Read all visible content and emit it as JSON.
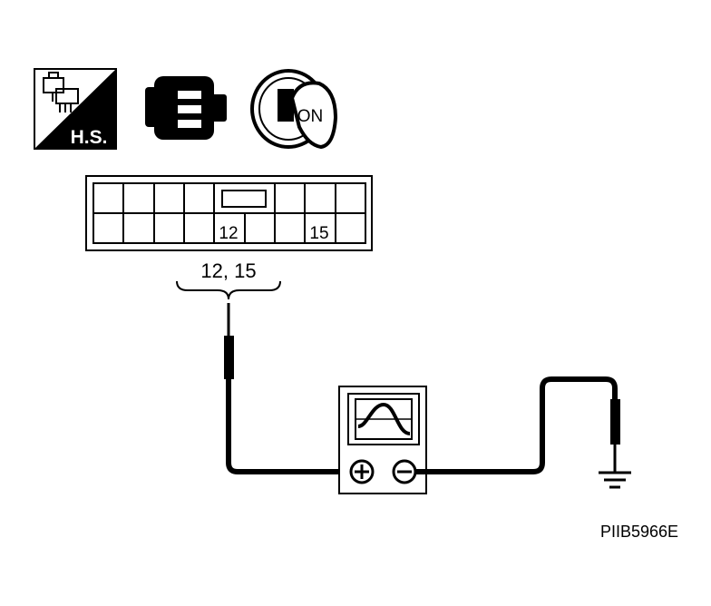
{
  "icons": {
    "harness_tag": "H.S.",
    "harness_icon": "harness-connector-icon",
    "connector_icon": "connector-icon",
    "ignition_icon": "ignition-key-icon",
    "ignition_label": "ON"
  },
  "connector": {
    "pin_a": "12",
    "pin_b": "15",
    "terminals_label": "12, 15"
  },
  "meter": {
    "icon": "oscilloscope-icon",
    "positive_icon": "plus-terminal-icon",
    "negative_icon": "minus-terminal-icon"
  },
  "ground_icon": "ground-icon",
  "figure_code": "PIIB5966E"
}
